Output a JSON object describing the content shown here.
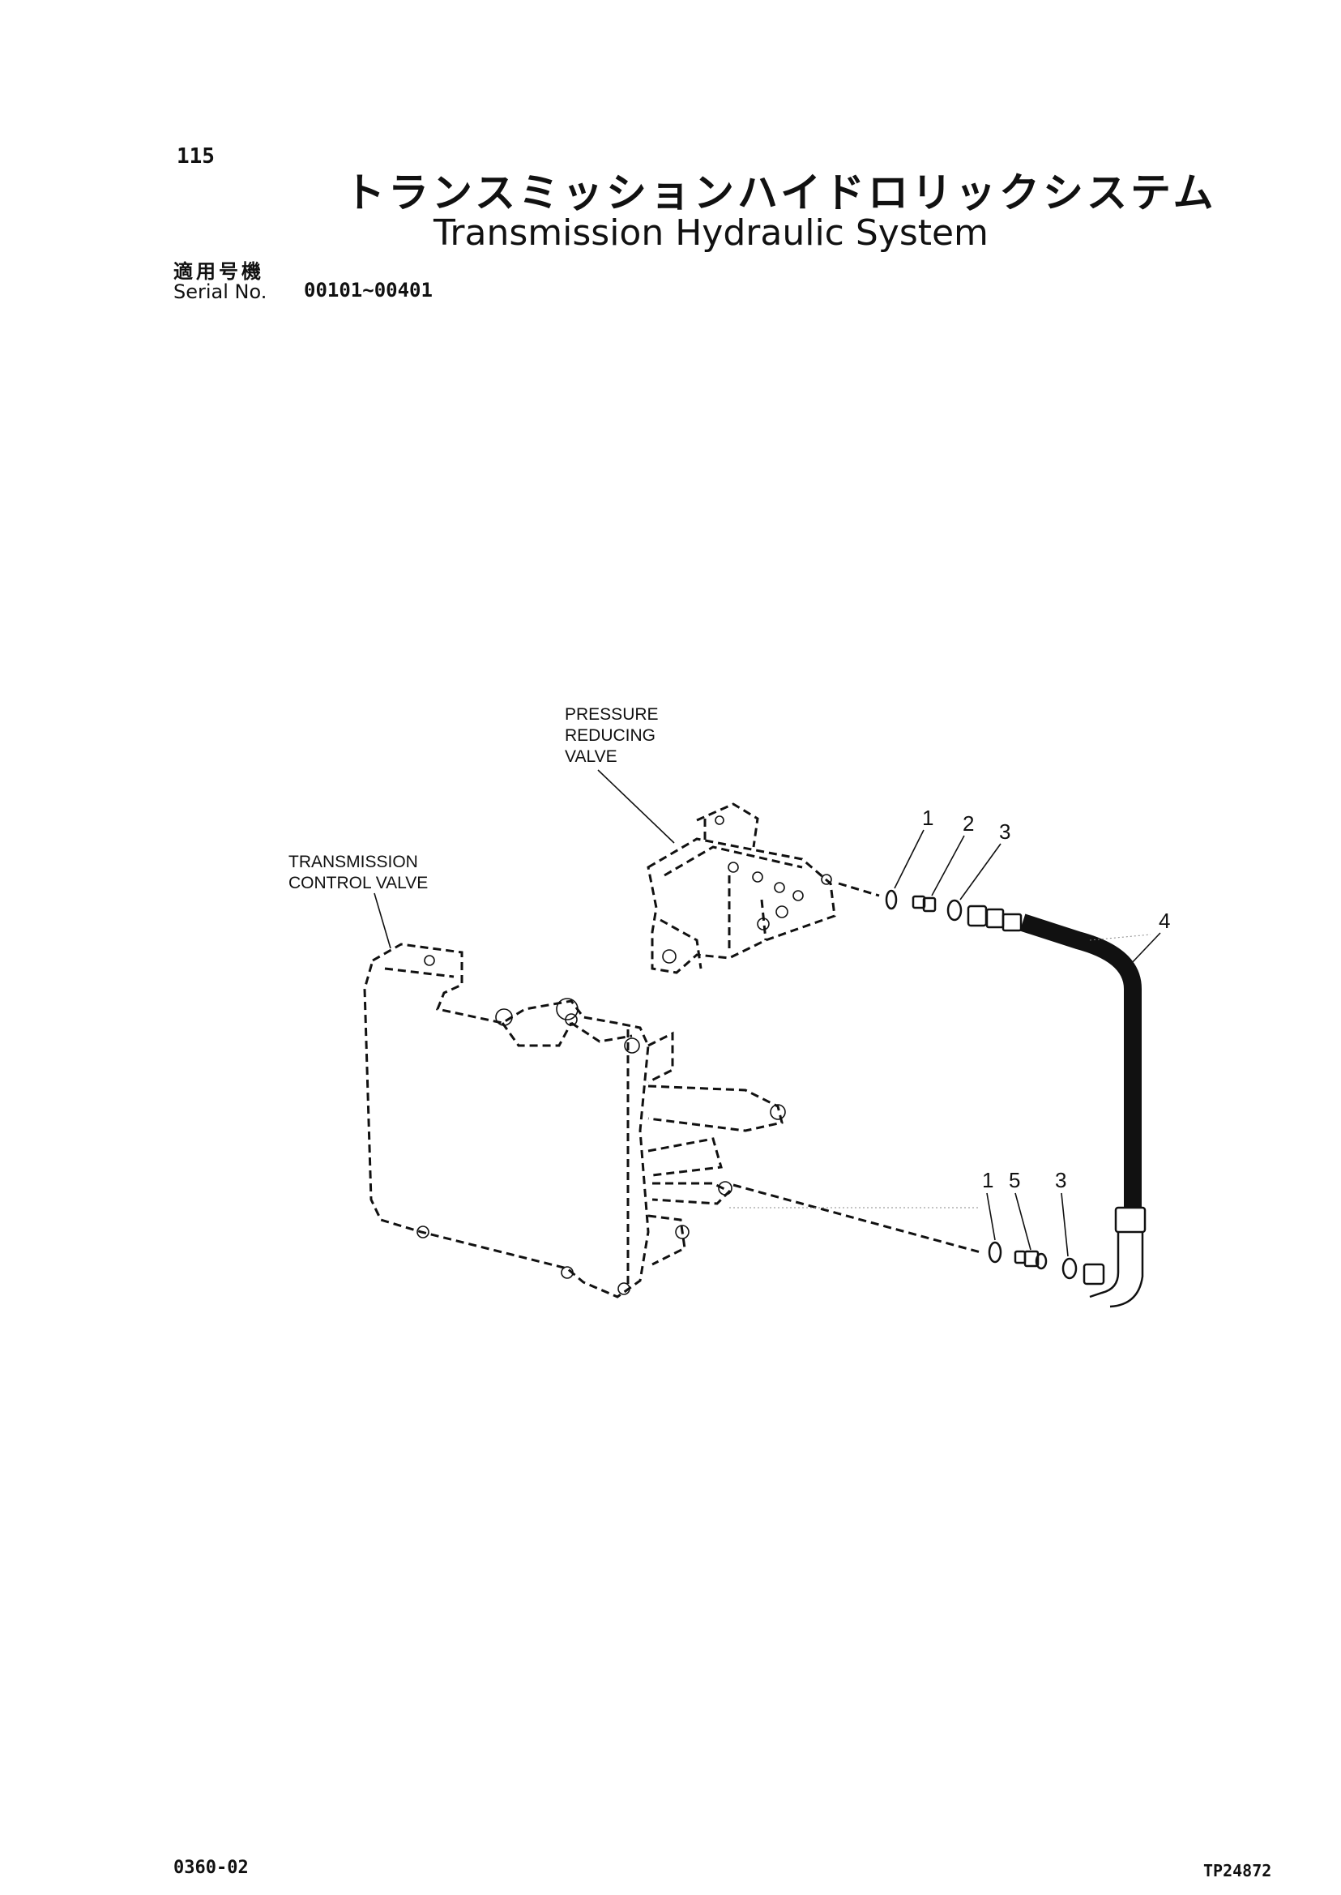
{
  "page_number": "115",
  "title_ja": "トランスミッションハイドロリックシステム",
  "title_en": "Transmission Hydraulic System",
  "serial": {
    "label_ja": "適用号機",
    "label_en": "Serial No.",
    "range": "00101~00401"
  },
  "diagram": {
    "labels": {
      "pressure_reducing_valve": [
        "PRESSURE",
        "REDUCING",
        "VALVE"
      ],
      "transmission_control_valve": [
        "TRANSMISSION",
        "CONTROL VALVE"
      ]
    },
    "callouts_upper": [
      "1",
      "2",
      "3",
      "4"
    ],
    "callouts_lower": [
      "1",
      "5",
      "3"
    ]
  },
  "footer": {
    "left": "0360-02",
    "right": "TP24872"
  }
}
